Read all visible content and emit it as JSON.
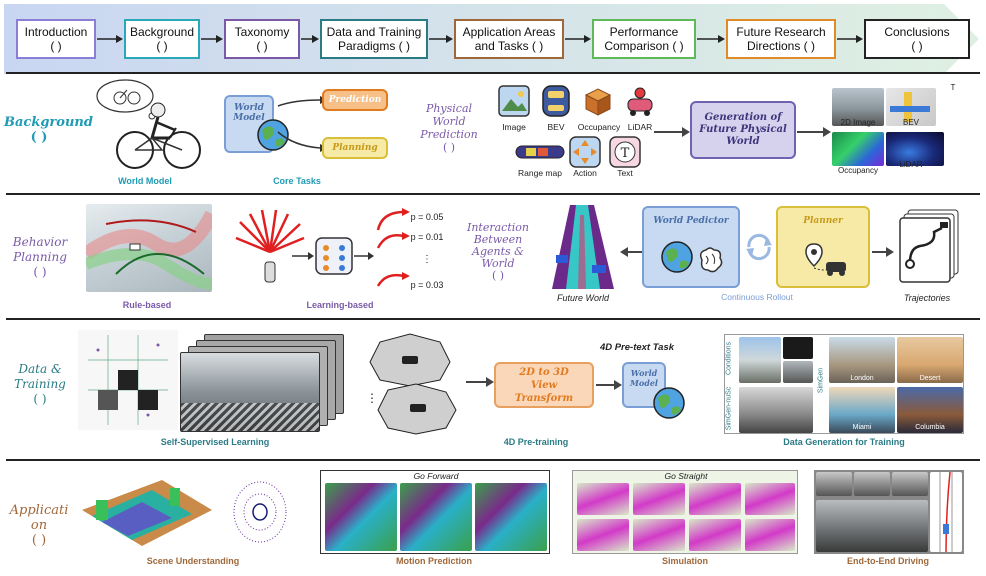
{
  "flow": [
    {
      "line1": "Introduction",
      "line2": "(      )",
      "border": "#8a7fd6"
    },
    {
      "line1": "Background",
      "line2": "(      )",
      "border": "#2aa7b8"
    },
    {
      "line1": "Taxonomy",
      "line2": "(      )",
      "border": "#7a5aa8"
    },
    {
      "line1": "Data and Training",
      "line2": "Paradigms  (      )",
      "border": "#2b7b86"
    },
    {
      "line1": "Application Areas",
      "line2": "and Tasks  (      )",
      "border": "#a0683a"
    },
    {
      "line1": "Performance",
      "line2": "Comparison  (      )",
      "border": "#5fb85a"
    },
    {
      "line1": "Future Research",
      "line2": "Directions  (      )",
      "border": "#e08a2a"
    },
    {
      "line1": "Conclusions",
      "line2": "(      )",
      "border": "#222222"
    }
  ],
  "background": {
    "title": "Background",
    "paren": "(     )",
    "world_model_caption": "World Model",
    "core_tasks_caption": "Core Tasks",
    "world_model_box": "World Model",
    "prediction": "Prediction",
    "planning": "Planning",
    "pwp_title": "Physical World Prediction",
    "pwp_paren": "(     )",
    "modalities": [
      "Image",
      "BEV",
      "Occupancy",
      "LiDAR",
      "Range map",
      "Action",
      "Text"
    ],
    "generation": "Generation of Future Physical World",
    "outputs": [
      "2D Image",
      "BEV",
      "Occupancy",
      "LiDAR"
    ],
    "t_label": "T"
  },
  "behavior": {
    "title": "Behavior Planning",
    "paren": "(     )",
    "rule_caption": "Rule-based",
    "learning_caption": "Learning-based",
    "probs": [
      "p = 0.05",
      "p = 0.01",
      "⋮",
      "p = 0.03"
    ],
    "interaction_title": "Interaction Between Agents & World",
    "interaction_paren": "(     )",
    "future_world": "Future World",
    "world_predictor": "World Pedictor",
    "planner": "Planner",
    "continuous_rollout": "Continuous Rollout",
    "trajectories": "Trajectories"
  },
  "data": {
    "title": "Data & Training",
    "paren": "(     )",
    "ssl_caption": "Self-Supervised Learning",
    "pretrain_caption": "4D Pre-training",
    "pretext_task": "4D Pre-text Task",
    "view_transform": "2D to 3D View Transform",
    "world_model_box": "World Model",
    "gen_caption": "Data Generation for Training",
    "conditions": "Conditions",
    "simgen_nusc": "SimGen-nuSc",
    "simgen": "SimGen",
    "cities": [
      "London",
      "Desert",
      "Miami",
      "Columbia"
    ]
  },
  "application": {
    "title": "Applicati on",
    "paren": "(     )",
    "scene_caption": "Scene Understanding",
    "motion_caption": "Motion Prediction",
    "go_forward": "Go Forward",
    "simulation_caption": "Simulation",
    "go_straight": "Go Straight",
    "e2e_caption": "End-to-End Driving"
  },
  "colors": {
    "background_title": "#1f9bb5",
    "behavior_title": "#7a5aa8",
    "data_title": "#2b7b86",
    "application_title": "#a0683a",
    "world_model_box": "#c8daf2",
    "prediction_box": "#f7c089",
    "planning_box": "#f6eaa6",
    "generation_box": "#d6d2ee",
    "view_transform_box": "#fad7b8"
  }
}
